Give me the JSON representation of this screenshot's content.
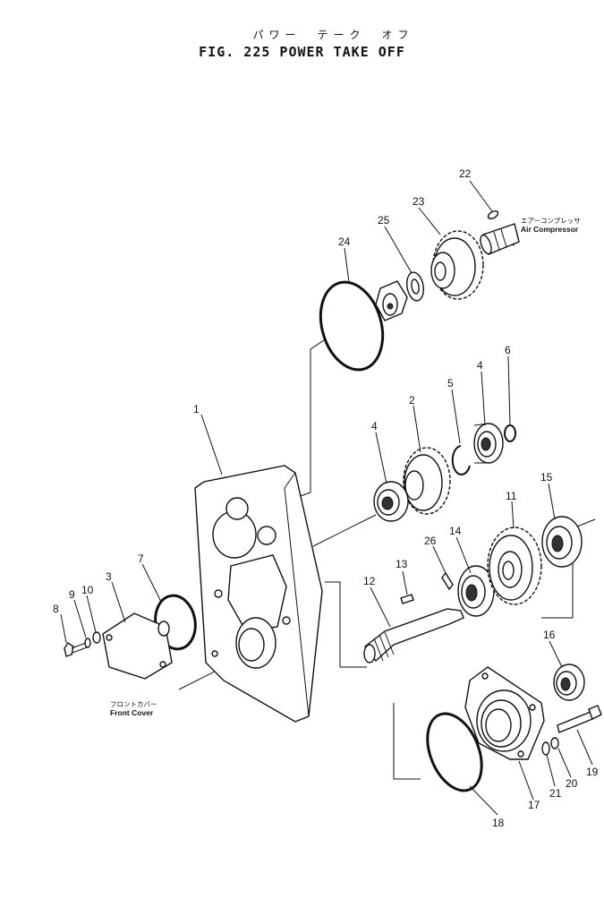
{
  "title": {
    "japanese": "パワー　テーク　オフ",
    "main": "FIG. 225  POWER TAKE OFF"
  },
  "callouts": [
    {
      "n": "1"
    },
    {
      "n": "2"
    },
    {
      "n": "3"
    },
    {
      "n": "4"
    },
    {
      "n": "4"
    },
    {
      "n": "5"
    },
    {
      "n": "6"
    },
    {
      "n": "7"
    },
    {
      "n": "8"
    },
    {
      "n": "9"
    },
    {
      "n": "10"
    },
    {
      "n": "11"
    },
    {
      "n": "12"
    },
    {
      "n": "13"
    },
    {
      "n": "14"
    },
    {
      "n": "15"
    },
    {
      "n": "16"
    },
    {
      "n": "17"
    },
    {
      "n": "18"
    },
    {
      "n": "19"
    },
    {
      "n": "20"
    },
    {
      "n": "21"
    },
    {
      "n": "22"
    },
    {
      "n": "23"
    },
    {
      "n": "24"
    },
    {
      "n": "25"
    },
    {
      "n": "26"
    }
  ],
  "notes": {
    "air_compressor_jp": "エアーコンプレッサ",
    "air_compressor_en": "Air Compressor",
    "front_cover_jp": "フロントカバー",
    "front_cover_en": "Front Cover"
  }
}
